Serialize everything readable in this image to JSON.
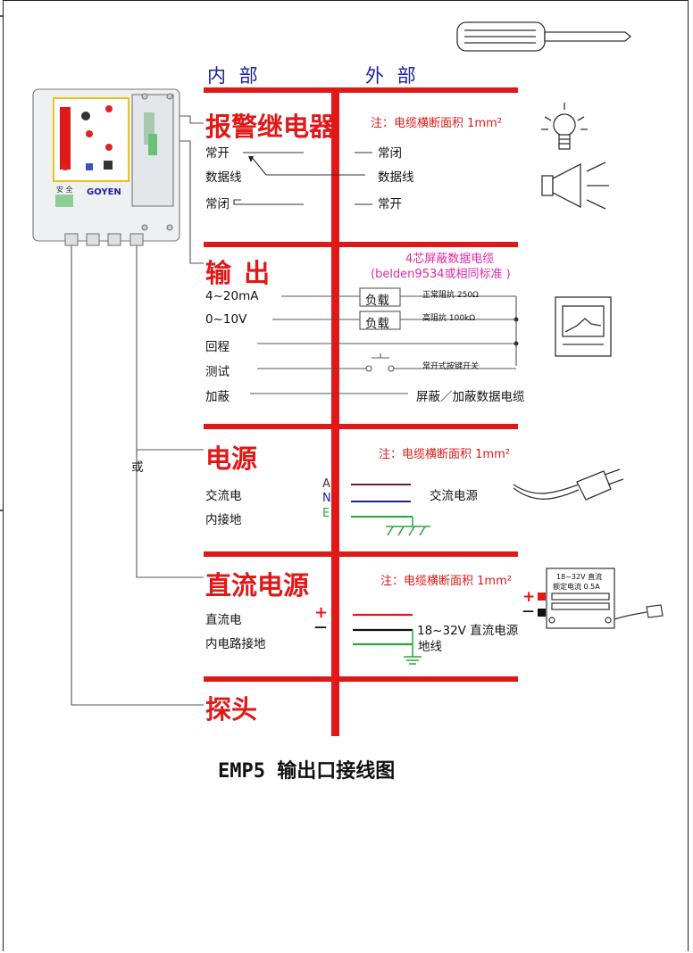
{
  "header": {
    "inside": "内 部",
    "outside": "外 部"
  },
  "alarm_relay": {
    "title": "报警继电器",
    "note": "注：电缆横断面积 1mm²",
    "inside_rows": [
      "常开",
      "数据线",
      "常闭"
    ],
    "outside_rows": [
      "常闭",
      "数据线",
      "常开"
    ]
  },
  "output": {
    "title": "输 出",
    "cable_line1": "4芯屏蔽数据电缆",
    "cable_line2": "(belden9534或相同标准 )",
    "rows": [
      "4~20mA",
      "0~10V",
      "回程",
      "测试",
      "加蔽"
    ],
    "load_label": "负载",
    "normal_impedance": "正常阻抗 250Ω",
    "high_impedance": "高阻抗 100kΩ",
    "switch_label": "常开式按键开关",
    "shield_label": "屏蔽／加蔽数据电缆"
  },
  "power": {
    "title": "电源",
    "note": "注：电缆横断面积 1mm²",
    "rows": [
      "交流电",
      "内接地"
    ],
    "ane": [
      "A",
      "N",
      "E"
    ],
    "ac_label": "交流电源",
    "or_label": "或"
  },
  "dc_power": {
    "title": "直流电源",
    "note": "注：电缆横断面积 1mm²",
    "rows": [
      "直流电",
      "内电路接地"
    ],
    "plus": "+",
    "minus": "—",
    "supply_label": "18~32V 直流电源",
    "ground_label": "地线",
    "box_line1": "18~32V 直流",
    "box_line2": "额定电流 0.5A"
  },
  "probe": {
    "title": "探头"
  },
  "device": {
    "brand": "GOYEN",
    "left_label": "安 全"
  },
  "caption": "EMP5 输出口接线图",
  "colors": {
    "red": "#e01818",
    "blue": "#1b22a0",
    "pink": "#e02aa8",
    "green": "#27a83a",
    "brown": "#6b1e2a"
  }
}
